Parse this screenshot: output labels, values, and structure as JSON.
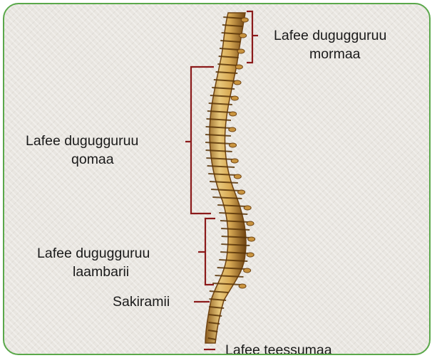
{
  "labels": {
    "cervical_line1": "Lafee dugugguruu",
    "cervical_line2": "mormaa",
    "thoracic_line1": "Lafee dugugguruu",
    "thoracic_line2": "qomaa",
    "lumbar_line1": "Lafee dugugguruu",
    "lumbar_line2": "laambarii",
    "sacrum": "Sakiramii",
    "coccyx": "Lafee teessumaa"
  },
  "colors": {
    "border": "#5aa84a",
    "background": "#e9e6e1",
    "bracket": "#8b1a1a",
    "bone_light": "#e8c77a",
    "bone_dark": "#7a4a12"
  }
}
